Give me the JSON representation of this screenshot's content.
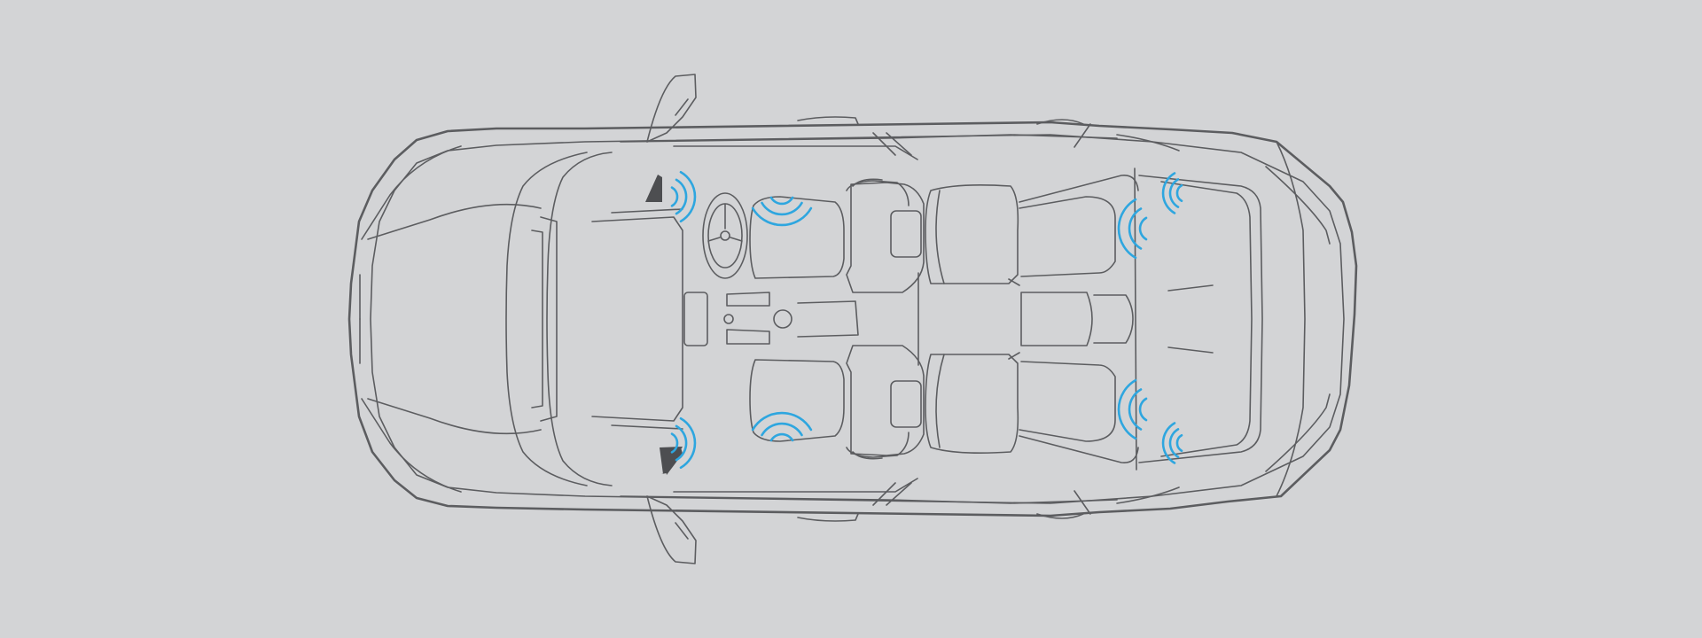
{
  "colors": {
    "background": "#d3d4d6",
    "outline": "#5c5d60",
    "speaker_waves": "#2ea6df",
    "tweeter_fill": "#4d4e51"
  },
  "speakers": [
    {
      "name": "front-left-tweeter-speaker",
      "position": "driver-side-mirror"
    },
    {
      "name": "front-left-door-speaker",
      "position": "front-left-door"
    },
    {
      "name": "front-right-tweeter-speaker",
      "position": "passenger-side-mirror"
    },
    {
      "name": "front-right-door-speaker",
      "position": "front-right-door"
    },
    {
      "name": "rear-left-door-speaker",
      "position": "rear-left-door"
    },
    {
      "name": "rear-left-pillar-speaker",
      "position": "rear-left-pillar"
    },
    {
      "name": "rear-right-door-speaker",
      "position": "rear-right-door"
    },
    {
      "name": "rear-right-pillar-speaker",
      "position": "rear-right-pillar"
    }
  ]
}
